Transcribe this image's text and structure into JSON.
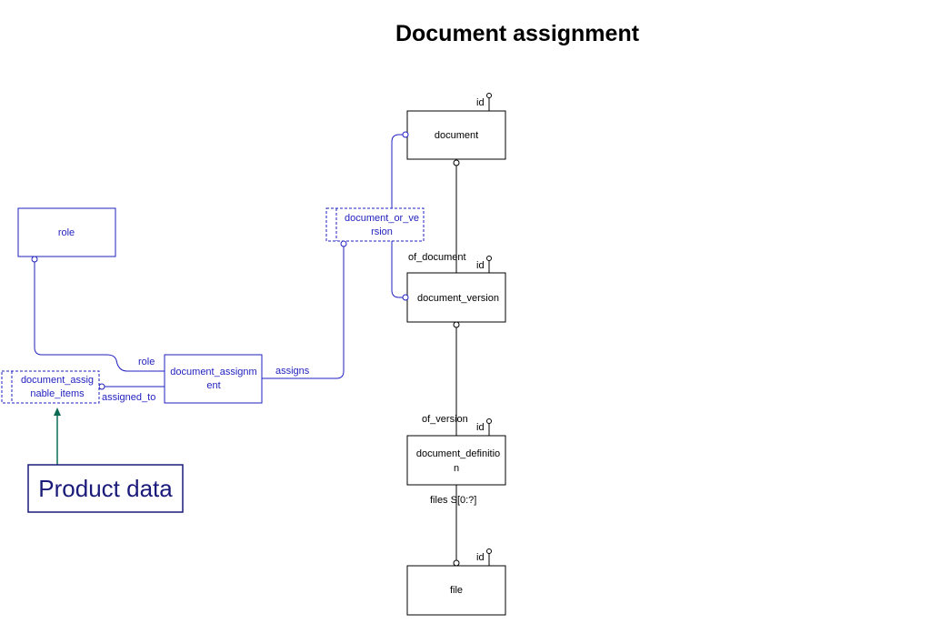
{
  "title": "Document assignment",
  "colors": {
    "blue": "#1f1fbf",
    "black": "#000000",
    "navy": "#1a1a7a",
    "teal": "#0a6b55"
  },
  "entities": {
    "document": "document",
    "document_version": "document_version",
    "document_definition_1": "document_definitio",
    "document_definition_2": "n",
    "file": "file",
    "role": "role",
    "document_assignment_1": "document_assignm",
    "document_assignment_2": "ent"
  },
  "selects": {
    "document_or_version_1": "document_or_ve",
    "document_or_version_2": "rsion",
    "document_assignable_items_1": "document_assig",
    "document_assignable_items_2": "nable_items"
  },
  "labels": {
    "id_document": "id",
    "id_version": "id",
    "id_definition": "id",
    "id_file": "id",
    "of_document": "of_document",
    "of_version": "of_version",
    "files": "files S[0:?]",
    "role": "role",
    "assigns": "assigns",
    "assigned_to": "assigned_to"
  },
  "page_ref": "Product data"
}
